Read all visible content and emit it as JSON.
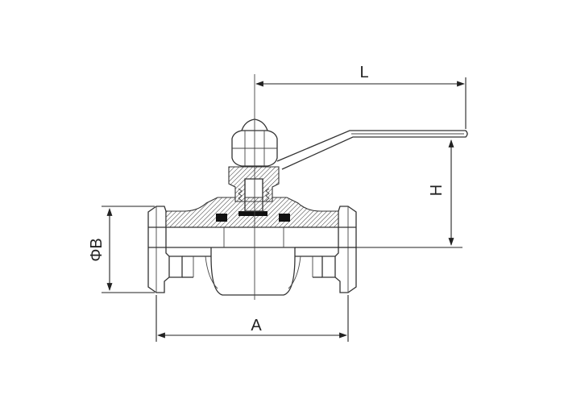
{
  "dimensions": {
    "L": "L",
    "H": "H",
    "B": "ΦB",
    "A": "A"
  }
}
